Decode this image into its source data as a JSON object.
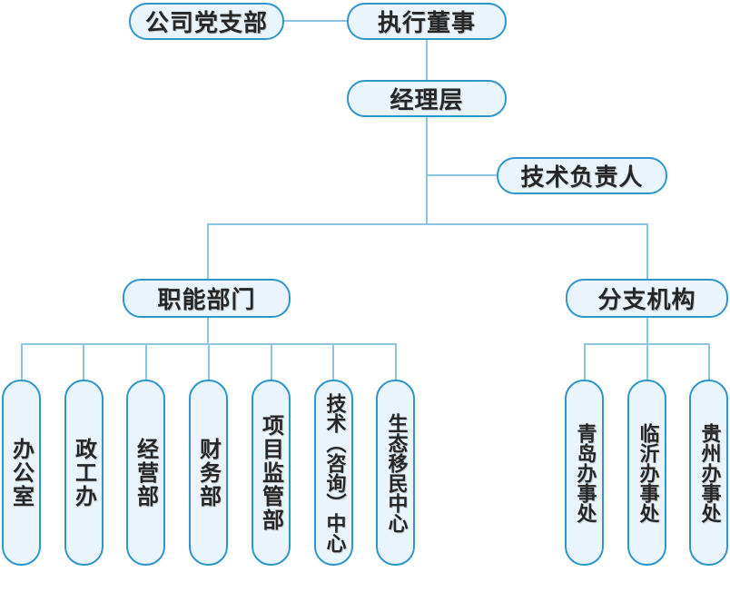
{
  "diagram": {
    "type": "org-chart",
    "nodes": {
      "party_branch": "公司党支部",
      "executive_director": "执行董事",
      "management": "经理层",
      "technical_lead": "技术负责人",
      "functional_departments": "职能部门",
      "branch_organizations": "分支机构"
    },
    "departments": [
      "办公室",
      "政工办",
      "经营部",
      "财务部",
      "项目监管部",
      "技术（咨询）中心",
      "生态移民中心"
    ],
    "offices": [
      "青岛办事处",
      "临沂办事处",
      "贵州办事处"
    ],
    "hierarchy": {
      "root": "执行董事",
      "linked_peer": "公司党支部",
      "children_of_root": [
        "经理层"
      ],
      "children_of_management": [
        "技术负责人",
        "职能部门",
        "分支机构"
      ],
      "children_of_functional": [
        "办公室",
        "政工办",
        "经营部",
        "财务部",
        "项目监管部",
        "技术（咨询）中心",
        "生态移民中心"
      ],
      "children_of_branch": [
        "青岛办事处",
        "临沂办事处",
        "贵州办事处"
      ]
    },
    "colors": {
      "node_border": "#2e96cc",
      "node_fill": "#eaf4fc",
      "connector": "#8cc4e2",
      "text": "#262626",
      "background": "#ffffff"
    }
  }
}
